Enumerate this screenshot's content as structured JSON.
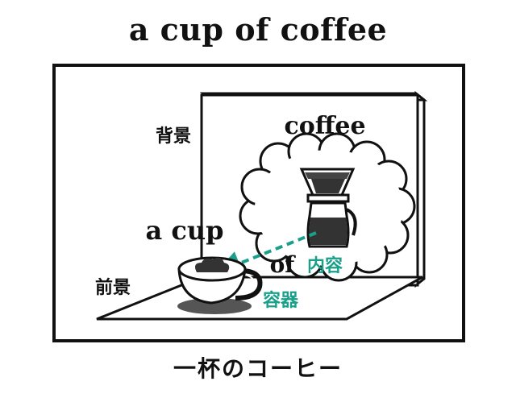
{
  "title": "a cup of coffee",
  "caption": "一杯のコーヒー",
  "labels": {
    "background": "背景",
    "foreground": "前景",
    "word_coffee": "coffee",
    "word_a_cup": "a cup",
    "word_of": "of",
    "contents": "内容",
    "container": "容器"
  },
  "colors": {
    "accent": "#1aa08a",
    "ink": "#111111",
    "shadow": "#555555"
  }
}
